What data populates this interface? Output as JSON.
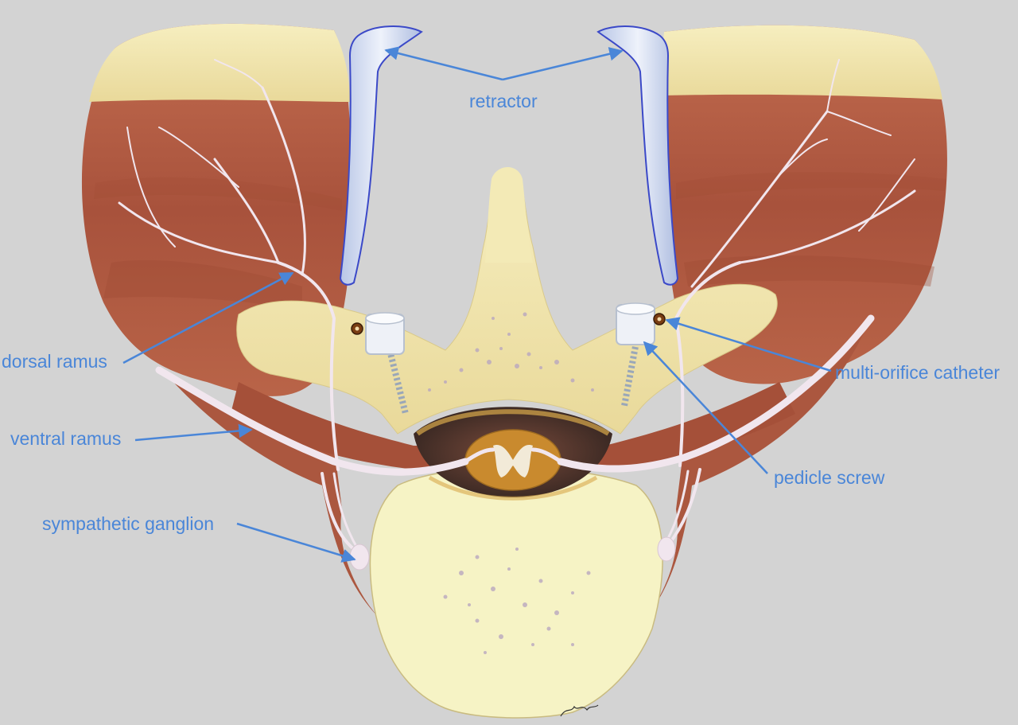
{
  "labels": {
    "retractor": "retractor",
    "dorsal_ramus": "dorsal ramus",
    "multi_orifice_catheter": "multi-orifice catheter",
    "ventral_ramus": "ventral ramus",
    "pedicle_screw": "pedicle screw",
    "sympathetic_ganglion": "sympathetic ganglion"
  },
  "colors": {
    "background": "#d3d3d3",
    "label_text": "#4a86d8",
    "arrow": "#4a86d8",
    "muscle": "#b8654a",
    "muscle_dark": "#9e4a35",
    "fat": "#f1e8ad",
    "bone": "#f5f2c6",
    "nerve": "#efe3ea",
    "spinal_cord": "#c98a2e",
    "retractor": "#c9d4ec"
  }
}
